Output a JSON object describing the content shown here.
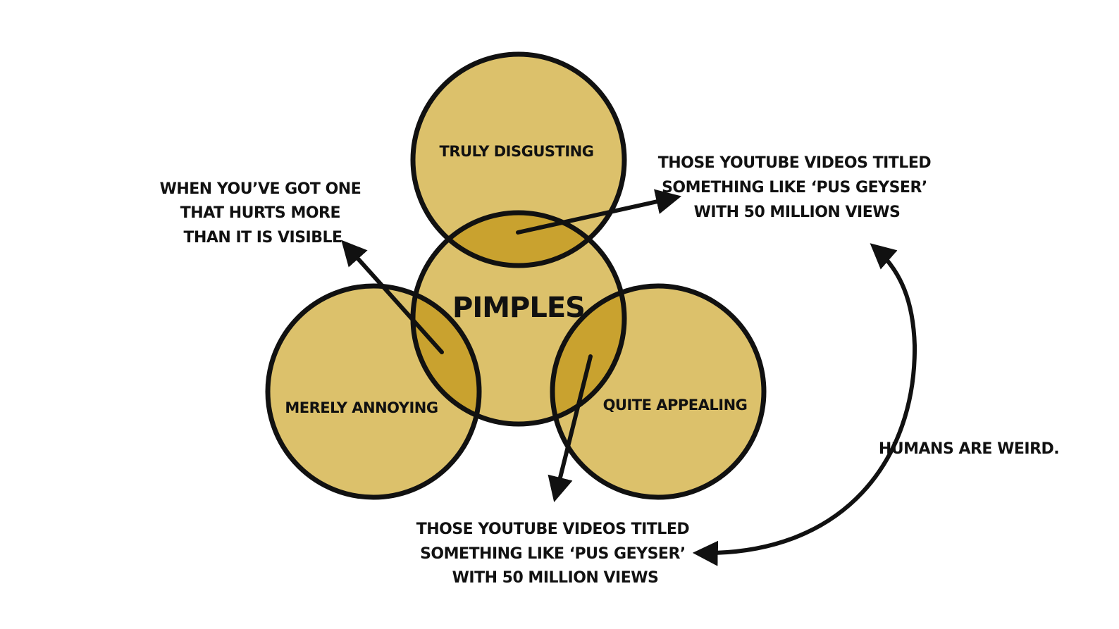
{
  "colors": {
    "circle_fill": "#dcc16b",
    "overlap_fill": "#c9a22f",
    "stroke": "#111111",
    "text": "#111111",
    "background": "#ffffff"
  },
  "circles": {
    "top": {
      "label": "TRULY DISGUSTING"
    },
    "center": {
      "label": "PIMPLES"
    },
    "left": {
      "label": "MERELY ANNOYING"
    },
    "right": {
      "label": "QUITE APPEALING"
    }
  },
  "annotations": {
    "top_left": {
      "lines": [
        "WHEN YOU’VE GOT ONE",
        "THAT HURTS MORE",
        "THAN IT IS VISIBLE"
      ]
    },
    "top_right": {
      "lines": [
        "THOSE YOUTUBE VIDEOS TITLED",
        "SOMETHING LIKE ‘PUS GEYSER’",
        "WITH 50 MILLION VIEWS"
      ]
    },
    "bottom": {
      "lines": [
        "THOSE YOUTUBE VIDEOS TITLED",
        "SOMETHING LIKE ‘PUS GEYSER’",
        "WITH 50 MILLION VIEWS"
      ]
    },
    "side": {
      "text": "HUMANS ARE WEIRD."
    }
  }
}
